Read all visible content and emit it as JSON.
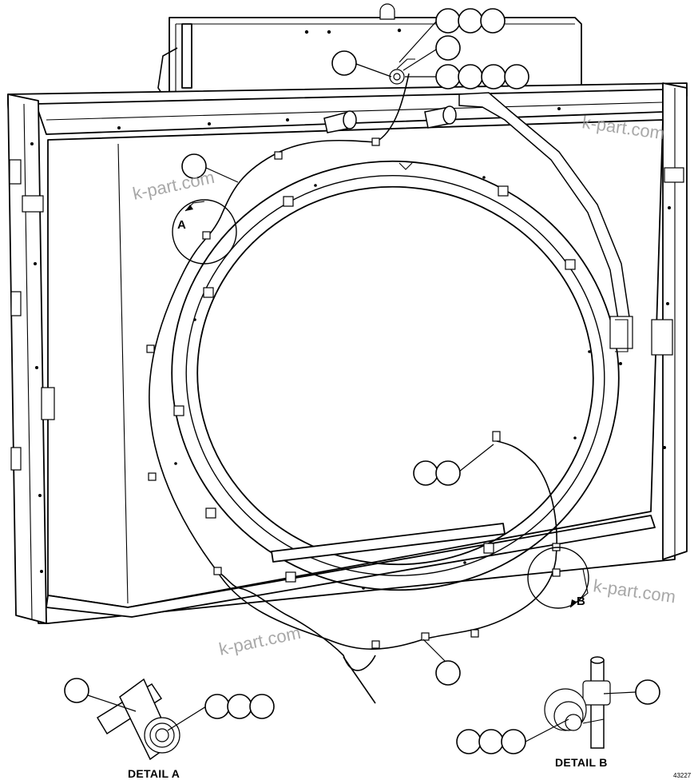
{
  "watermark_text": "k-part.com",
  "detail_a_label": "DETAIL A",
  "detail_b_label": "DETAIL B",
  "view_marker_a": "A",
  "view_marker_b": "B",
  "figure_number": "43227"
}
